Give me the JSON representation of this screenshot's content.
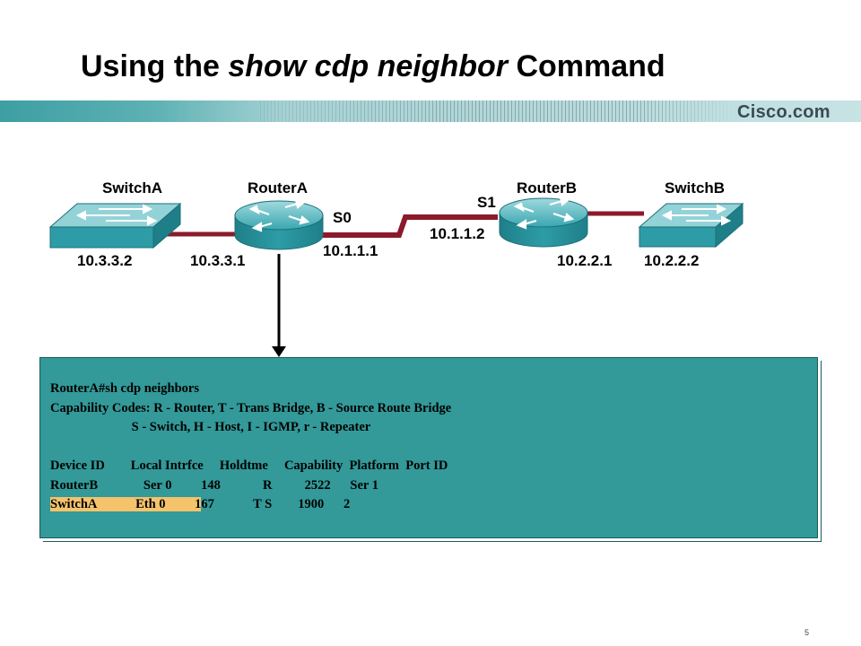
{
  "slide": {
    "title_pre": "Using the ",
    "title_em": "show cdp neighbor",
    "title_post": " Command",
    "brand": "Cisco.com",
    "page_number": "5"
  },
  "devices": {
    "switch_a": "SwitchA",
    "router_a": "RouterA",
    "router_b": "RouterB",
    "switch_b": "SwitchB"
  },
  "interfaces": {
    "s0": "S0",
    "s1": "S1"
  },
  "addresses": {
    "switch_a": "10.3.3.2",
    "router_a_lan": "10.3.3.1",
    "router_a_s0": "10.1.1.1",
    "router_b_s1": "10.1.1.2",
    "router_b_lan": "10.2.2.1",
    "switch_b": "10.2.2.2"
  },
  "terminal": {
    "prompt": "RouterA#sh cdp neighbors",
    "cap_line1": "Capability Codes: R - Router, T - Trans Bridge, B - Source Route Bridge",
    "cap_line2": "                         S - Switch, H - Host, I - IGMP, r - Repeater",
    "header": "Device ID        Local Intrfce     Holdtme     Capability  Platform  Port ID",
    "row1": "RouterB              Ser 0         148             R          2522      Ser 1",
    "row2_hl": "SwitchA            Eth 0         1",
    "row2_rest": "67            T S        1900      2"
  },
  "colors": {
    "terminal_bg": "#339999",
    "highlight": "#f4c36c",
    "link": "#8b1a2b",
    "device_face": "#2d9ca6",
    "device_top": "#93d3d8"
  }
}
